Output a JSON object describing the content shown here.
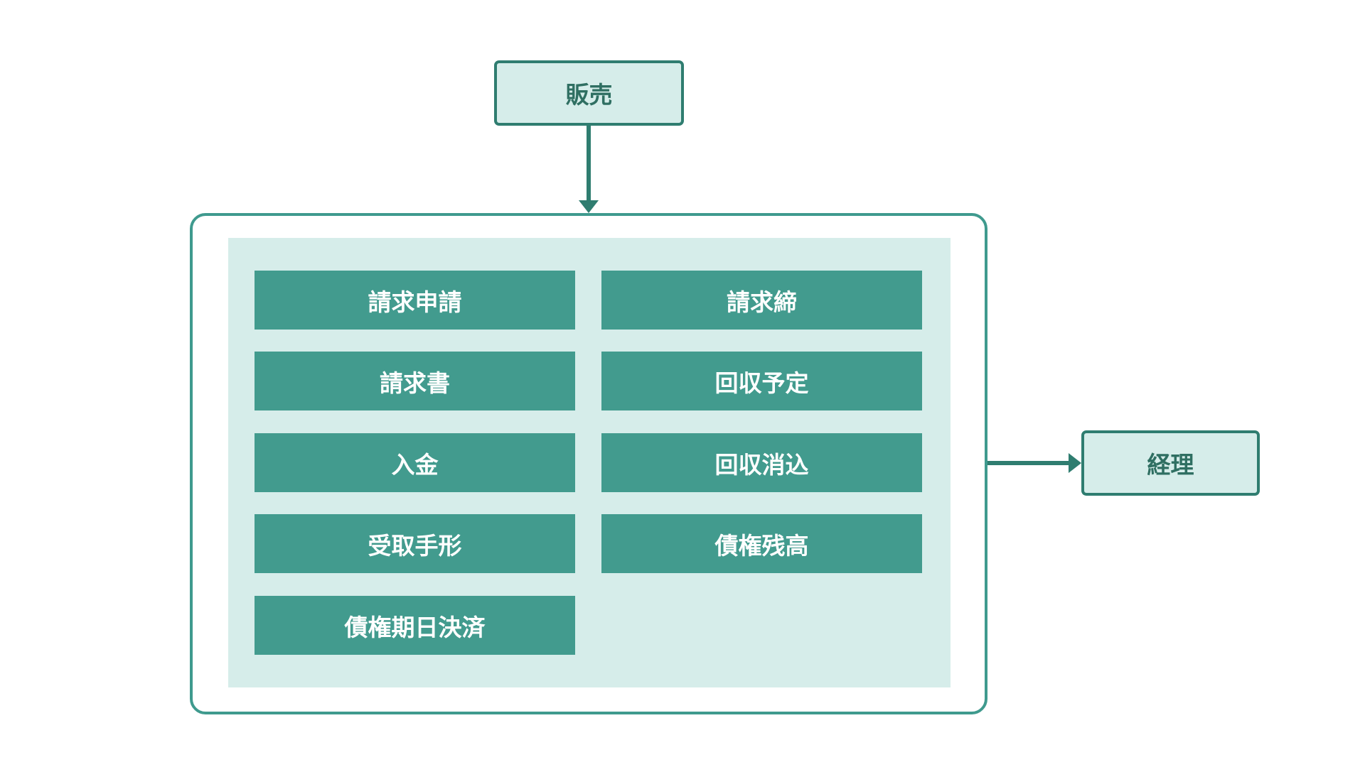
{
  "nodes": {
    "top": "販売",
    "right": "経理"
  },
  "modules": [
    "請求申請",
    "請求締",
    "請求書",
    "回収予定",
    "入金",
    "回収消込",
    "受取手形",
    "債権残高",
    "債権期日決済"
  ],
  "colors": {
    "frame_border": "#3f9a8e",
    "panel_fill": "#d6edea",
    "module_fill": "#429b8e",
    "arrow": "#2f7d70",
    "node_text": "#2f6f62"
  }
}
